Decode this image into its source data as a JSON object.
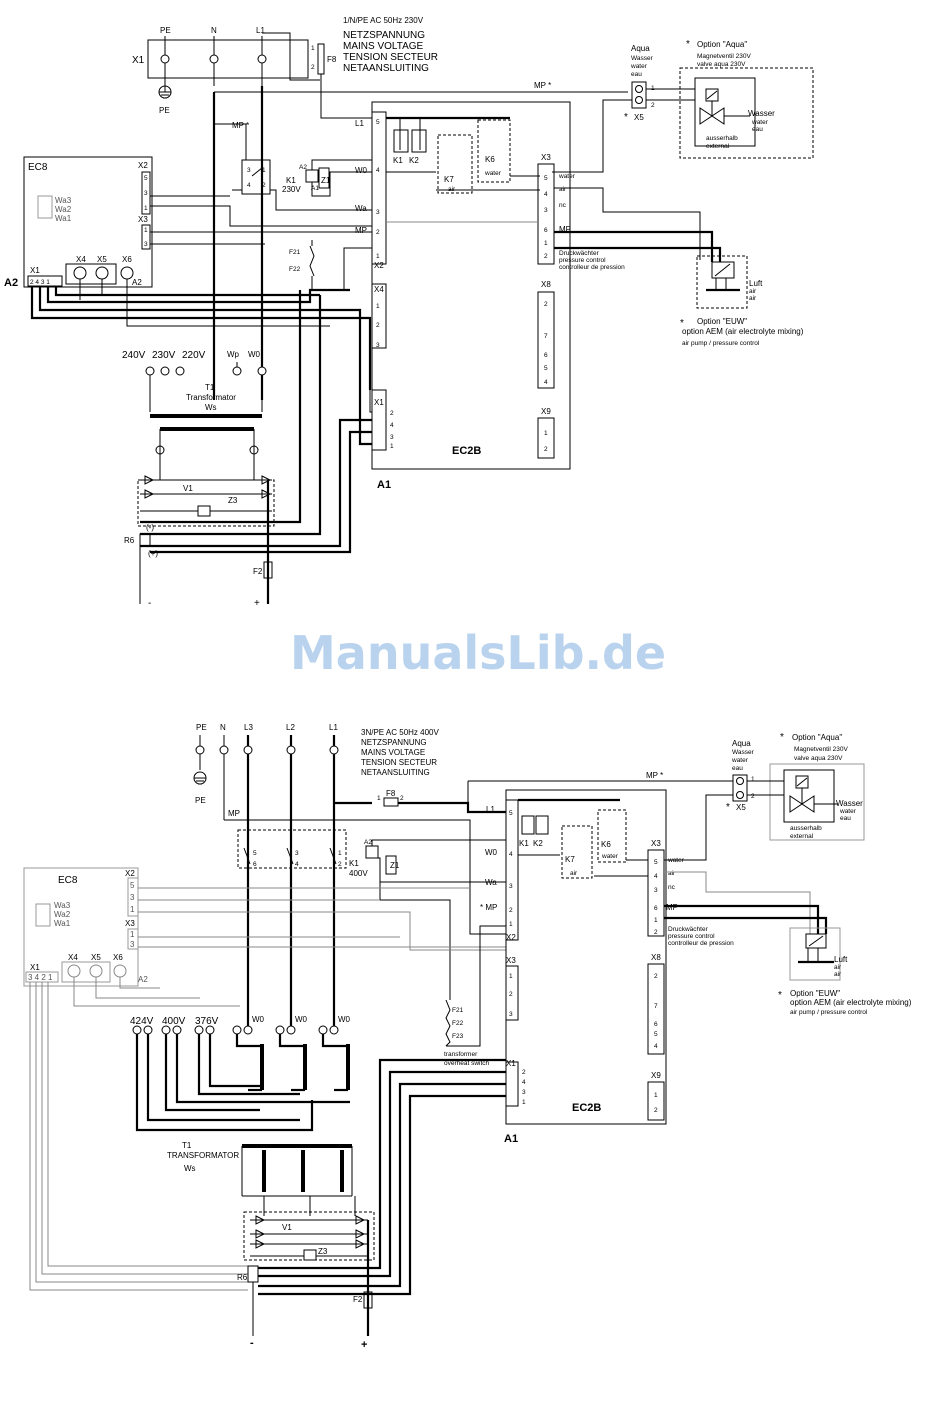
{
  "watermark": "ManualsLib.de",
  "d1": {
    "supply": [
      "1/N/PE AC 50Hz 230V",
      "NETZSPANNUNG",
      "MAINS VOLTAGE",
      "TENSION SECTEUR",
      "NETAANSLUITING"
    ],
    "terminals": {
      "pe": "PE",
      "n": "N",
      "l1": "L1",
      "x1": "X1",
      "pe_gnd": "PE"
    },
    "fuse": "F8",
    "fuse_pins": [
      "1",
      "2"
    ],
    "mp_star": "MP *",
    "aqua": [
      "Aqua",
      "Wasser",
      "water",
      "eau"
    ],
    "x5": "X5",
    "star": "*",
    "option_aqua": [
      "Option \"Aqua\"",
      "Magnetventil 230V",
      "valve aqua 230V"
    ],
    "valve_text": [
      "Wasser",
      "water",
      "eau",
      "ausserhalb",
      "external"
    ],
    "ec8": {
      "title": "EC8",
      "x2": "X2",
      "x3": "X3",
      "x1": "X1",
      "x4": "X4",
      "x5": "X5",
      "x6": "X6",
      "a2": "A2",
      "wa": [
        "Wa3",
        "Wa2",
        "Wa1"
      ],
      "x1pins": "2 4 3 1"
    },
    "a2_label": "A2",
    "k1": {
      "label": "K1",
      "volt": "230V",
      "z1": "Z1",
      "a1": "A1",
      "a2": "A2",
      "pins": [
        "3",
        "1",
        "4",
        "2"
      ]
    },
    "ec2b": {
      "title": "EC2B",
      "a1": "A1",
      "l1": "L1",
      "w0": "W0",
      "wa": "Wa",
      "mp": "MP",
      "x2": "X2",
      "x4": "X4",
      "x1": "X1",
      "x3": "X3",
      "x8": "X8",
      "x9": "X9"
    },
    "relays": [
      "K1",
      "K2",
      "K7",
      "K6"
    ],
    "relay_text": [
      "air",
      "water"
    ],
    "x3_labels": [
      "water",
      "air",
      "nc",
      "MP"
    ],
    "pressure": [
      "Druckwächter",
      "pressure control",
      "controlleur de pression"
    ],
    "fuses": [
      "F21",
      "F22"
    ],
    "luft": [
      "Luft",
      "air",
      "air"
    ],
    "option_euw": [
      "Option \"EUW\"",
      "option AEM (air electrolyte mixing)",
      "air pump / pressure control"
    ],
    "tap_volts": [
      "240V",
      "230V",
      "220V"
    ],
    "wp": "Wp",
    "w0": "W0",
    "t1": [
      "T1",
      "Transformator",
      "Ws"
    ],
    "v1": "V1",
    "z3": "Z3",
    "r6": "R6",
    "minus_paren": "(-)",
    "plus_paren": "(+)",
    "f2": "F2",
    "minus": "-",
    "plus": "+"
  },
  "d2": {
    "supply": [
      "3N/PE AC 50Hz 400V",
      "NETZSPANNUNG",
      "MAINS VOLTAGE",
      "TENSION SECTEUR",
      "NETAANSLUITING"
    ],
    "terminals": [
      "PE",
      "N",
      "L3",
      "L2",
      "L1"
    ],
    "pe_gnd": "PE",
    "mp": "MP",
    "fuse": "F8",
    "mp_star": "MP *",
    "aqua": [
      "Aqua",
      "Wasser",
      "water",
      "eau"
    ],
    "x5": "X5",
    "option_aqua": [
      "Option \"Aqua\"",
      "Magnetventil 230V",
      "valve aqua 230V"
    ],
    "valve_text": [
      "Wasser",
      "water",
      "eau",
      "ausserhalb",
      "external"
    ],
    "ec8": {
      "title": "EC8",
      "x2": "X2",
      "x3": "X3",
      "x1": "X1",
      "x4": "X4",
      "x5": "X5",
      "x6": "X6",
      "a2": "A2",
      "wa": [
        "Wa3",
        "Wa2",
        "Wa1"
      ],
      "x1pins": "3 4 2 1"
    },
    "contactor_pins": [
      "5",
      "6",
      "3",
      "4",
      "1",
      "2"
    ],
    "k1": {
      "label": "K1",
      "volt": "400V",
      "z1": "Z1",
      "a2": "A2"
    },
    "ec2b": {
      "title": "EC2B",
      "a1": "A1",
      "l1": "L1",
      "w0": "W0",
      "wa": "Wa",
      "mp": "* MP",
      "x2": "X2",
      "x3": "X3",
      "x1": "X1",
      "x3r": "X3",
      "x8": "X8",
      "x9": "X9"
    },
    "relays": [
      "K1",
      "K2",
      "K7",
      "K6"
    ],
    "relay_text": [
      "air",
      "water"
    ],
    "x3_labels": [
      "water",
      "air",
      "nc",
      "MP"
    ],
    "pressure": [
      "Druckwächter",
      "pressure control",
      "controlleur de pression"
    ],
    "fuses": [
      "F21",
      "F22",
      "F23"
    ],
    "overheat": [
      "transformer",
      "overheat switch"
    ],
    "luft": [
      "Luft",
      "air",
      "air"
    ],
    "option_euw": [
      "Option \"EUW\"",
      "option AEM (air electrolyte mixing)",
      "air pump / pressure control"
    ],
    "tap_volts": [
      "424V",
      "400V",
      "376V"
    ],
    "w0": "W0",
    "t1": [
      "T1",
      "TRANSFORMATOR",
      "Ws"
    ],
    "v1": "V1",
    "z3": "Z3",
    "r6": "R6",
    "f2": "F2",
    "minus": "-",
    "plus": "+"
  }
}
